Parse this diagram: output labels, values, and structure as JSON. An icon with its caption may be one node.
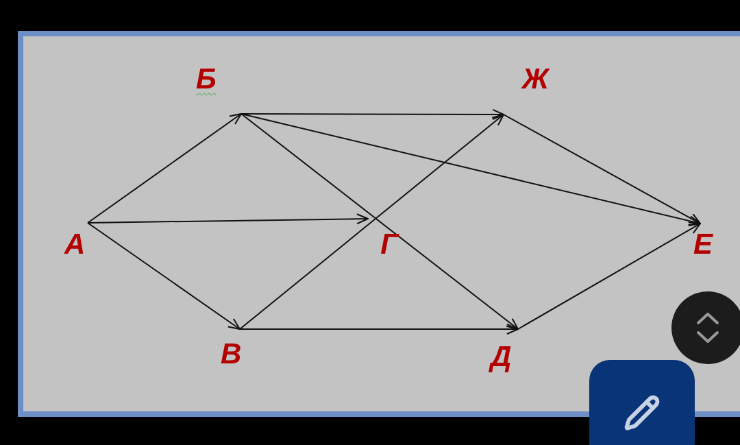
{
  "diagram": {
    "nodes": [
      {
        "text": [
          "Б"
        ]
      },
      {
        "text": [
          "Ж"
        ]
      },
      {
        "text": [
          "А"
        ]
      },
      {
        "text": [
          "Г"
        ]
      },
      {
        "text": [
          "Е"
        ]
      },
      {
        "text": [
          "В"
        ]
      },
      {
        "text": [
          "Д"
        ]
      }
    ],
    "edges": [
      {
        "from": 2,
        "to": 0,
        "arrow": "to"
      },
      {
        "from": 2,
        "to": 3,
        "arrow": "to"
      },
      {
        "from": 2,
        "to": 5,
        "arrow": "to"
      },
      {
        "from": 0,
        "to": 1,
        "arrow": "to"
      },
      {
        "from": 0,
        "to": 4,
        "arrow": "to"
      },
      {
        "from": 0,
        "to": 6,
        "arrow": "to"
      },
      {
        "from": 5,
        "to": 1,
        "arrow": "to"
      },
      {
        "from": 5,
        "to": 6,
        "arrow": "to"
      },
      {
        "from": 1,
        "to": 4,
        "arrow": "to"
      },
      {
        "from": 6,
        "to": 4,
        "arrow": "to"
      }
    ]
  }
}
